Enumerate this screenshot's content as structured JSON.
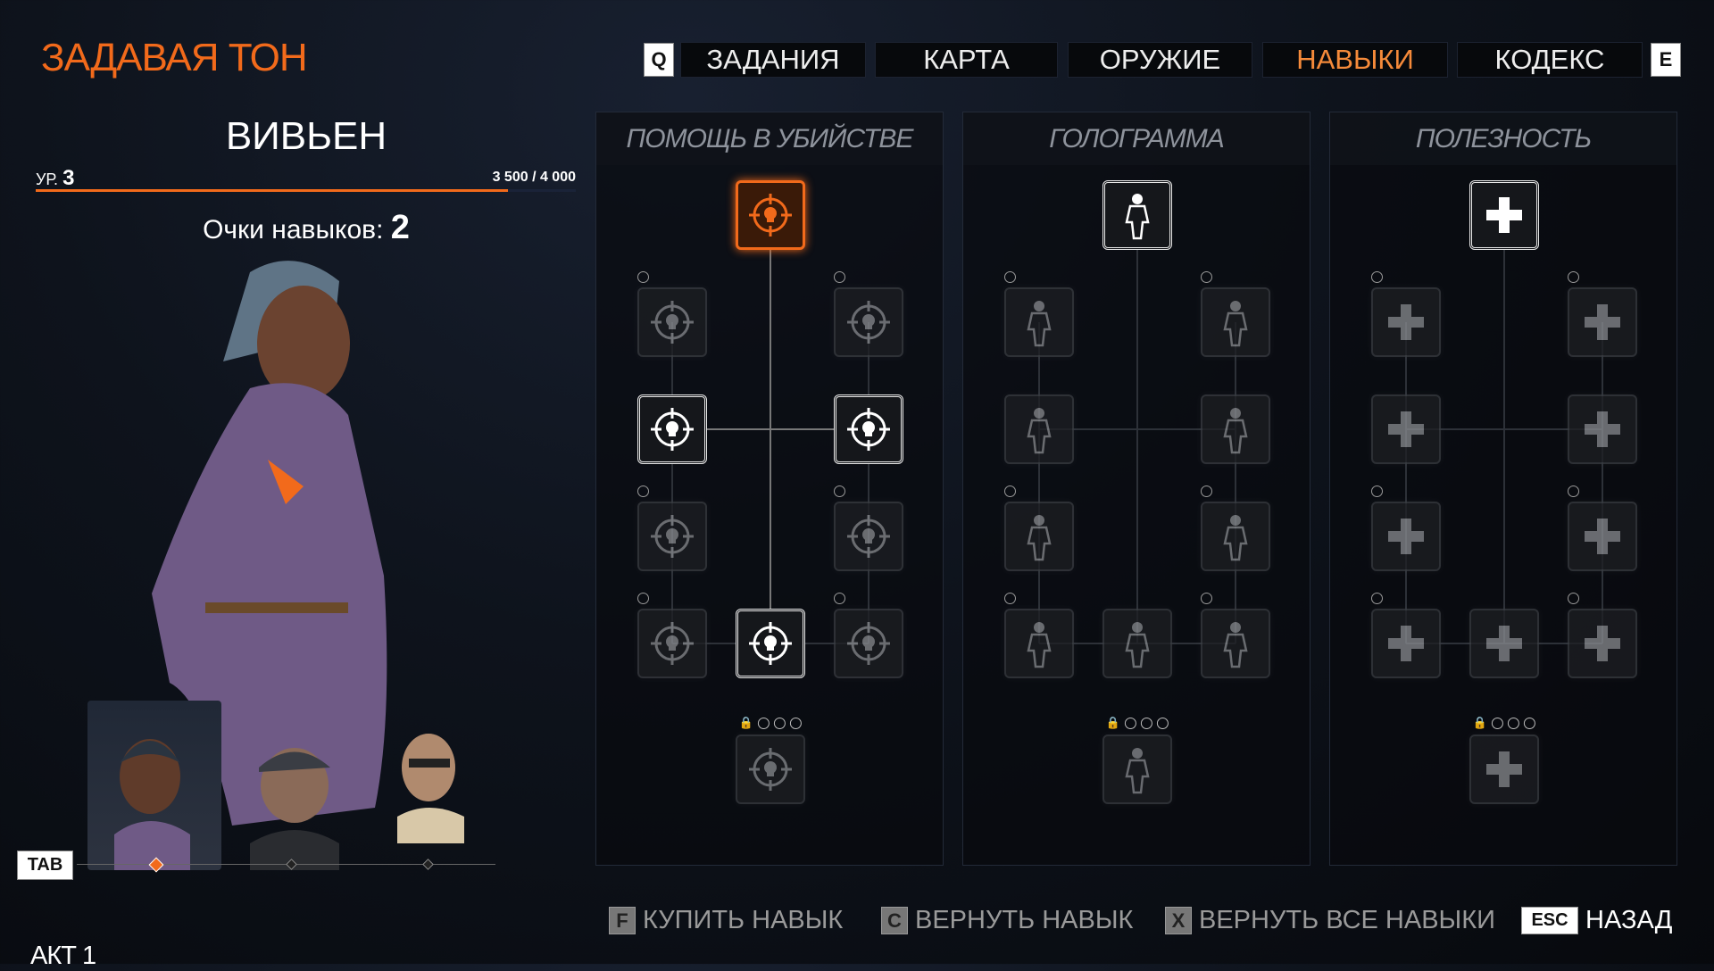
{
  "header": {
    "act": "АКТ 1",
    "chapter": "ЗАДАВАЯ ТОН",
    "prev_key": "Q",
    "next_key": "E",
    "tabs": [
      {
        "label": "ЗАДАНИЯ"
      },
      {
        "label": "КАРТА"
      },
      {
        "label": "ОРУЖИЕ"
      },
      {
        "label": "НАВЫКИ",
        "active": true
      },
      {
        "label": "КОДЕКС"
      }
    ]
  },
  "character": {
    "name": "ВИВЬЕН",
    "level_label": "УР.",
    "level": "3",
    "xp": "3 500 / 4 000",
    "xp_fraction": 0.875,
    "points_label": "Очки навыков:",
    "points": "2",
    "switch_key": "TAB",
    "selected_index": 0,
    "party_count": 3
  },
  "colors": {
    "accent": "#f26a1b"
  },
  "panels": [
    {
      "title": "ПОМОЩЬ В УБИЙСТВЕ",
      "icon": "crosshair-skull-icon",
      "states": [
        "selected",
        "locked",
        "locked",
        "active",
        "active",
        "locked",
        "locked",
        "locked",
        "active",
        "locked",
        "locked"
      ]
    },
    {
      "title": "ГОЛОГРАММА",
      "icon": "hologram-figure-icon",
      "states": [
        "active",
        "locked",
        "locked",
        "locked",
        "locked",
        "locked",
        "locked",
        "locked",
        "locked",
        "locked",
        "locked"
      ]
    },
    {
      "title": "ПОЛЕЗНОСТЬ",
      "icon": "medkit-cross-icon",
      "states": [
        "active",
        "locked",
        "locked",
        "locked",
        "locked",
        "locked",
        "locked",
        "locked",
        "locked",
        "locked",
        "locked"
      ]
    }
  ],
  "actions": [
    {
      "key": "F",
      "label": "КУПИТЬ НАВЫК"
    },
    {
      "key": "C",
      "label": "ВЕРНУТЬ НАВЫК"
    },
    {
      "key": "X",
      "label": "ВЕРНУТЬ ВСЕ НАВЫКИ"
    },
    {
      "key": "ESC",
      "label": "НАЗАД"
    }
  ]
}
